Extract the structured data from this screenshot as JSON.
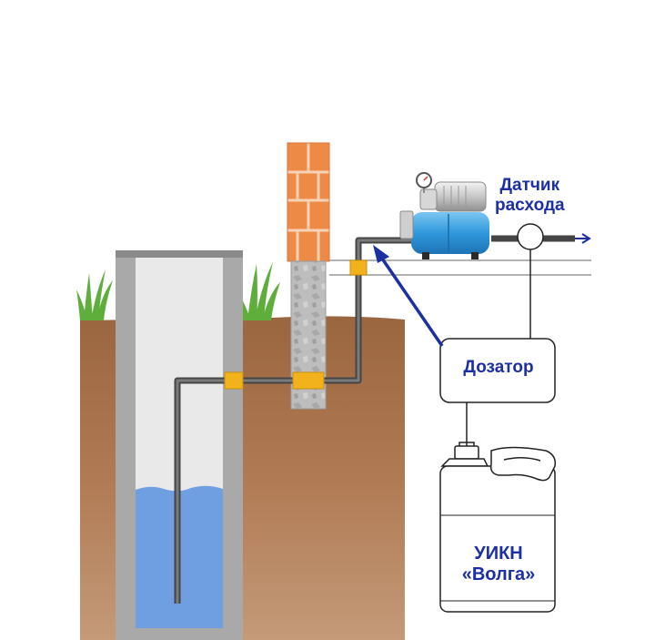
{
  "labels": {
    "flow_sensor": [
      "Датчик",
      "расхода"
    ],
    "doser": "Дозатор",
    "canister": [
      "УИКН",
      "«Волга»"
    ]
  },
  "colors": {
    "soil": "#b07a54",
    "soil_dark": "#8b5a35",
    "well_wall": "#b3b3b3",
    "well_inner": "#e6e6e6",
    "water": "#6f9fe0",
    "brick": "#ec8a46",
    "concrete": "#b9b9b9",
    "pipe": "#555555",
    "clamp": "#f2b21c",
    "tank": "#3aa0df",
    "arrow": "#1c2fa3",
    "text": "#1c2fa3"
  },
  "icons": [
    "grass-icon",
    "pump-icon",
    "pressure-gauge-icon",
    "canister-icon",
    "flow-arrow-icon"
  ]
}
